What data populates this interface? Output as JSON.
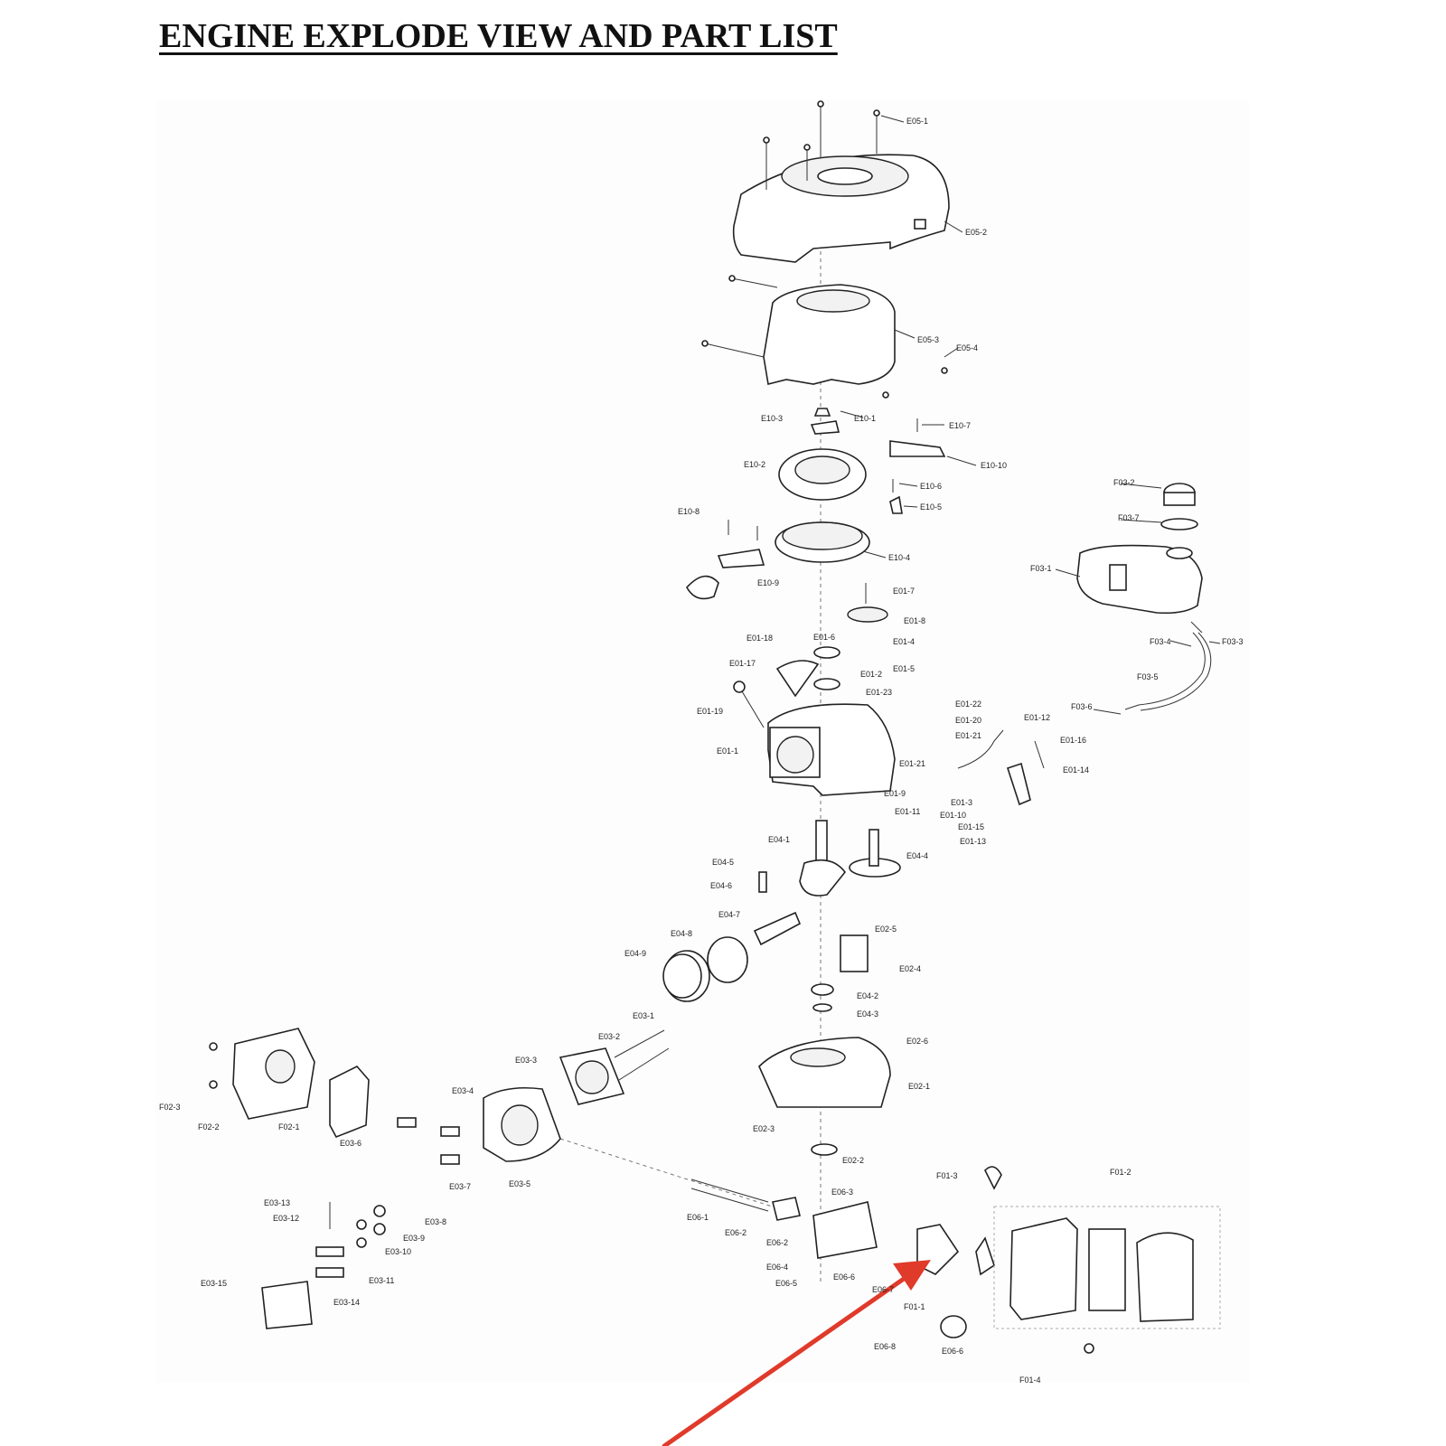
{
  "title": "ENGINE EXPLODE VIEW AND PART LIST",
  "accent_color": "#e03a2a",
  "labels": {
    "E05-1": "E05-1",
    "E05-2": "E05-2",
    "E05-3": "E05-3",
    "E05-4": "E05-4",
    "E10-1": "E10-1",
    "E10-2": "E10-2",
    "E10-3": "E10-3",
    "E10-4": "E10-4",
    "E10-5": "E10-5",
    "E10-6": "E10-6",
    "E10-7": "E10-7",
    "E10-8": "E10-8",
    "E10-9": "E10-9",
    "E10-10": "E10-10",
    "F03-1": "F03-1",
    "F03-2": "F03-2",
    "F03-3": "F03-3",
    "F03-4": "F03-4",
    "F03-5": "F03-5",
    "F03-6": "F03-6",
    "F03-7": "F03-7",
    "E01-1": "E01-1",
    "E01-2": "E01-2",
    "E01-3": "E01-3",
    "E01-4": "E01-4",
    "E01-5": "E01-5",
    "E01-6": "E01-6",
    "E01-7": "E01-7",
    "E01-8": "E01-8",
    "E01-9": "E01-9",
    "E01-10": "E01-10",
    "E01-11": "E01-11",
    "E01-12": "E01-12",
    "E01-13": "E01-13",
    "E01-14": "E01-14",
    "E01-15": "E01-15",
    "E01-16": "E01-16",
    "E01-17": "E01-17",
    "E01-18": "E01-18",
    "E01-19": "E01-19",
    "E01-20": "E01-20",
    "E01-21a": "E01-21",
    "E01-21b": "E01-21",
    "E01-22": "E01-22",
    "E01-23": "E01-23",
    "E04-1": "E04-1",
    "E04-2": "E04-2",
    "E04-3": "E04-3",
    "E04-4": "E04-4",
    "E04-5": "E04-5",
    "E04-6": "E04-6",
    "E04-7": "E04-7",
    "E04-8": "E04-8",
    "E04-9": "E04-9",
    "E02-1": "E02-1",
    "E02-2": "E02-2",
    "E02-3": "E02-3",
    "E02-4": "E02-4",
    "E02-5": "E02-5",
    "E02-6": "E02-6",
    "E03-1": "E03-1",
    "E03-2": "E03-2",
    "E03-3": "E03-3",
    "E03-4": "E03-4",
    "E03-5": "E03-5",
    "E03-6": "E03-6",
    "E03-7": "E03-7",
    "E03-8": "E03-8",
    "E03-9": "E03-9",
    "E03-10": "E03-10",
    "E03-11": "E03-11",
    "E03-12": "E03-12",
    "E03-13": "E03-13",
    "E03-14": "E03-14",
    "E03-15": "E03-15",
    "F02-1": "F02-1",
    "F02-2": "F02-2",
    "F02-3": "F02-3",
    "E06-1": "E06-1",
    "E06-2a": "E06-2",
    "E06-2b": "E06-2",
    "E06-3": "E06-3",
    "E06-4": "E06-4",
    "E06-5": "E06-5",
    "E06-6a": "E06-6",
    "E06-6b": "E06-6",
    "E06-7": "E06-7",
    "E06-8": "E06-8",
    "F01-1": "F01-1",
    "F01-2": "F01-2",
    "F01-3": "F01-3",
    "F01-4": "F01-4"
  }
}
